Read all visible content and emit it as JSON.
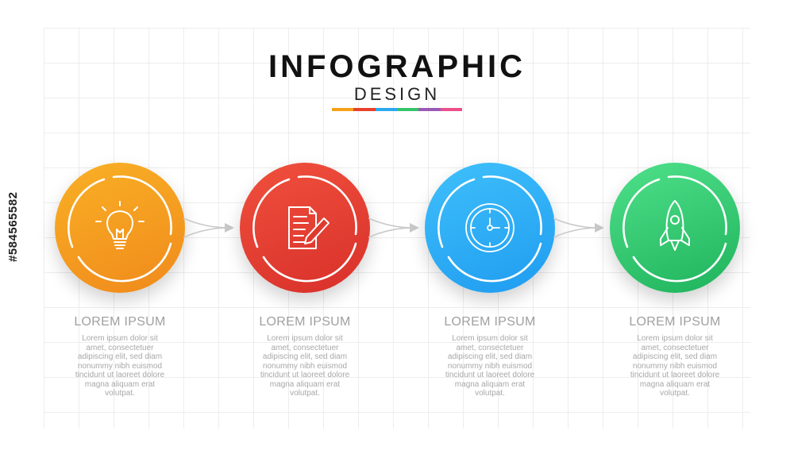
{
  "header": {
    "title": "INFOGRAPHIC",
    "subtitle": "DESIGN",
    "underline_colors": [
      "#f7a11a",
      "#e8412c",
      "#2aa9f0",
      "#34c46a",
      "#9b59b6",
      "#ec4f8a"
    ]
  },
  "steps": [
    {
      "title": "LOREM IPSUM",
      "body": "Lorem ipsum dolor sit amet, consectetuer adipiscing elit, sed diam nonummy nibh euismod tincidunt ut laoreet dolore magna aliquam erat volutpat.",
      "icon": "lightbulb-icon",
      "color_from": "#f9b025",
      "color_to": "#f08a1c"
    },
    {
      "title": "LOREM IPSUM",
      "body": "Lorem ipsum dolor sit amet, consectetuer adipiscing elit, sed diam nonummy nibh euismod tincidunt ut laoreet dolore magna aliquam erat volutpat.",
      "icon": "document-pencil-icon",
      "color_from": "#f0503d",
      "color_to": "#d8302a"
    },
    {
      "title": "LOREM IPSUM",
      "body": "Lorem ipsum dolor sit amet, consectetuer adipiscing elit, sed diam nonummy nibh euismod tincidunt ut laoreet dolore magna aliquam erat volutpat.",
      "icon": "clock-icon",
      "color_from": "#3fc0fb",
      "color_to": "#1f9cf0"
    },
    {
      "title": "LOREM IPSUM",
      "body": "Lorem ipsum dolor sit amet, consectetuer adipiscing elit, sed diam nonummy nibh euismod tincidunt ut laoreet dolore magna aliquam erat volutpat.",
      "icon": "rocket-icon",
      "color_from": "#4fe08a",
      "color_to": "#1fb35c"
    }
  ],
  "watermark": "#584565582"
}
